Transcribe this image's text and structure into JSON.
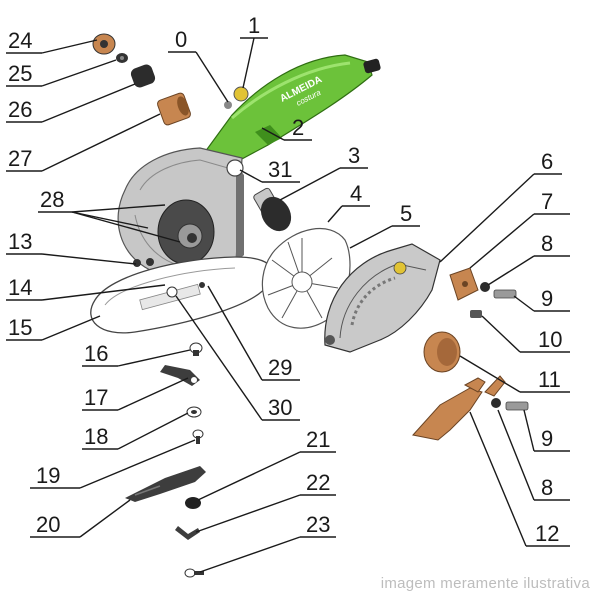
{
  "diagram": {
    "brand_logo": "ALMEIDA",
    "brand_model": "costura",
    "watermark": "imagem meramente ilustrativa",
    "colors": {
      "handle_green": "#6cc23a",
      "handle_dark": "#3f8f1c",
      "gray_body": "#b9b9b9",
      "dark_gray": "#3d3d3d",
      "copper": "#c78650"
    },
    "part_labels": {
      "p0": "0",
      "p1": "1",
      "p2": "2",
      "p3": "3",
      "p4": "4",
      "p5": "5",
      "p6": "6",
      "p7": "7",
      "p8a": "8",
      "p9a": "9",
      "p10": "10",
      "p11": "11",
      "p9b": "9",
      "p8b": "8",
      "p12": "12",
      "p13": "13",
      "p14": "14",
      "p15": "15",
      "p16": "16",
      "p17": "17",
      "p18": "18",
      "p19": "19",
      "p20": "20",
      "p21": "21",
      "p22": "22",
      "p23": "23",
      "p24": "24",
      "p25": "25",
      "p26": "26",
      "p27": "27",
      "p28": "28",
      "p29": "29",
      "p30": "30",
      "p31": "31"
    }
  }
}
